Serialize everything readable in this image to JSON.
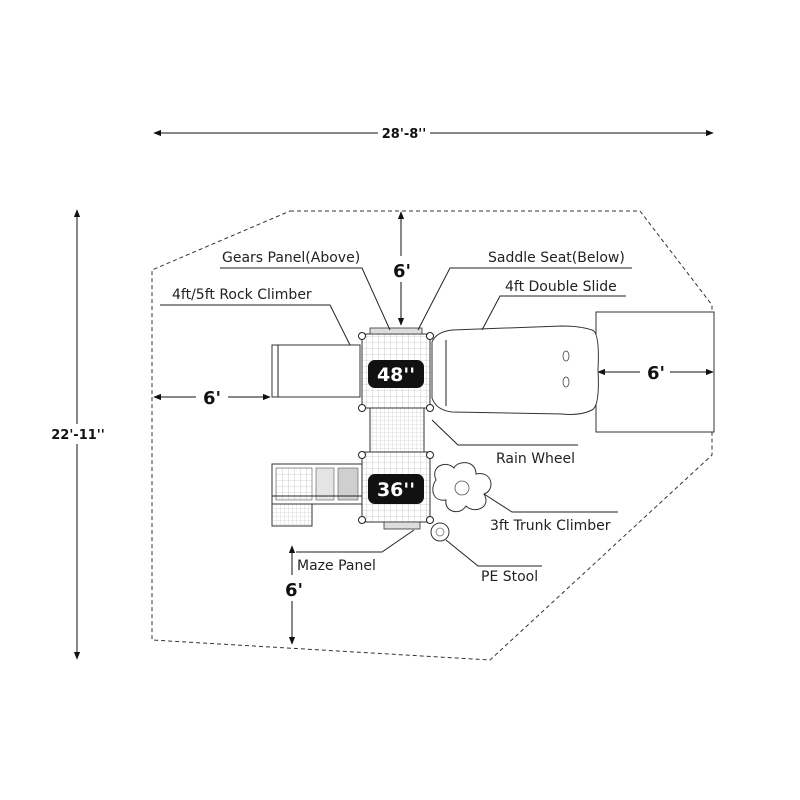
{
  "dimensions": {
    "overall_width": "28'-8''",
    "overall_depth": "22'-11''",
    "top_clearance": "6'",
    "left_clearance": "6'",
    "slide_clearance": "6'",
    "bottom_clearance": "6'"
  },
  "decks": {
    "upper": "48''",
    "lower": "36''"
  },
  "callouts": {
    "gears_panel": "Gears Panel(Above)",
    "saddle_seat": "Saddle Seat(Below)",
    "rock_climber": "4ft/5ft Rock Climber",
    "double_slide": "4ft Double Slide",
    "rain_wheel": "Rain Wheel",
    "trunk_climber": "3ft Trunk Climber",
    "maze_panel": "Maze Panel",
    "pe_stool": "PE Stool"
  },
  "colors": {
    "line": "#222222",
    "deck_badge": "#111111",
    "background": "#ffffff"
  }
}
